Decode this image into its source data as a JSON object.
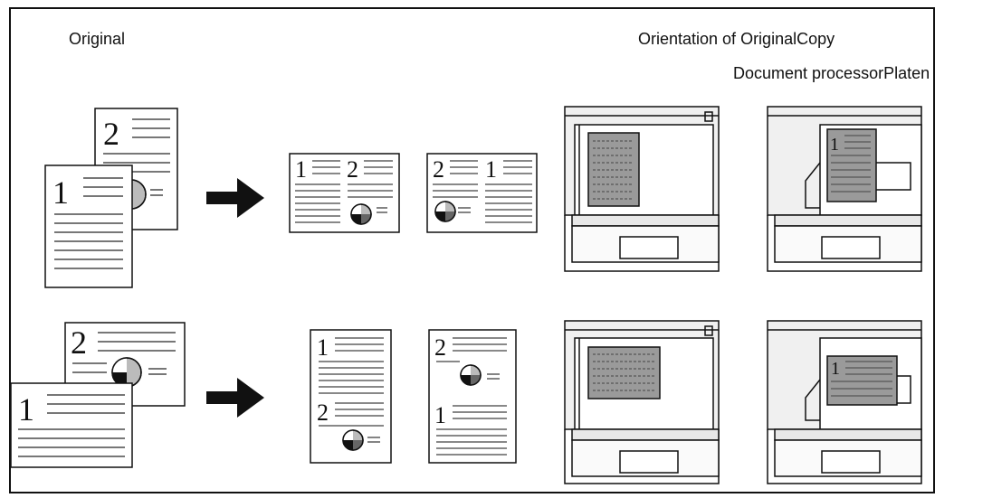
{
  "labels": {
    "original": "Original",
    "orientation": "Orientation of OriginalCopy",
    "doc_processor": "Document processorPlaten"
  },
  "page_numbers": {
    "one": "1",
    "two": "2"
  },
  "colors": {
    "ink": "#111111",
    "gray": "#aaaaaa",
    "scanner_body": "#f0f0f0",
    "document_gray": "#9a9a9a"
  }
}
